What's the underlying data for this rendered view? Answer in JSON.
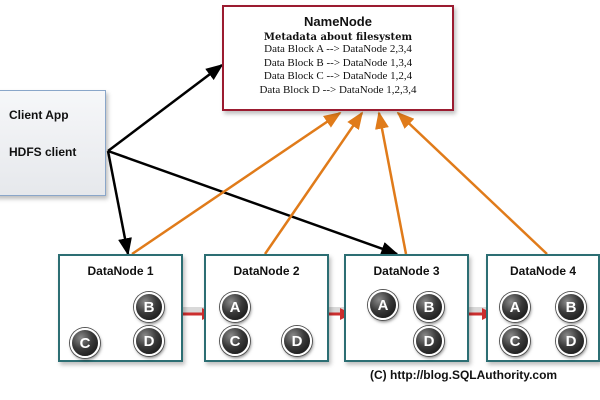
{
  "namenode": {
    "title": "NameNode",
    "subtitle": "Metadata about filesystem",
    "entries": [
      "Data Block A --> DataNode 2,3,4",
      "Data Block B --> DataNode 1,3,4",
      "Data Block C --> DataNode 1,2,4",
      "Data Block D --> DataNode 1,2,3,4"
    ]
  },
  "client": {
    "app_label": "Client App",
    "hdfs_label": "HDFS client"
  },
  "datanodes": [
    {
      "title": "DataNode 1",
      "blocks": [
        "B",
        "C",
        "D"
      ]
    },
    {
      "title": "DataNode 2",
      "blocks": [
        "A",
        "C",
        "D"
      ]
    },
    {
      "title": "DataNode 3",
      "blocks": [
        "A",
        "B",
        "D"
      ]
    },
    {
      "title": "DataNode 4",
      "blocks": [
        "A",
        "B",
        "C",
        "D"
      ]
    }
  ],
  "copyright": "(C) http://blog.SQLAuthority.com",
  "colors": {
    "namenode_border": "#9b1b30",
    "datanode_border": "#2c6e73",
    "client_arrow": "#000000",
    "heartbeat_arrow": "#e07b1a",
    "replication_arrow": "#cc2f2f"
  }
}
